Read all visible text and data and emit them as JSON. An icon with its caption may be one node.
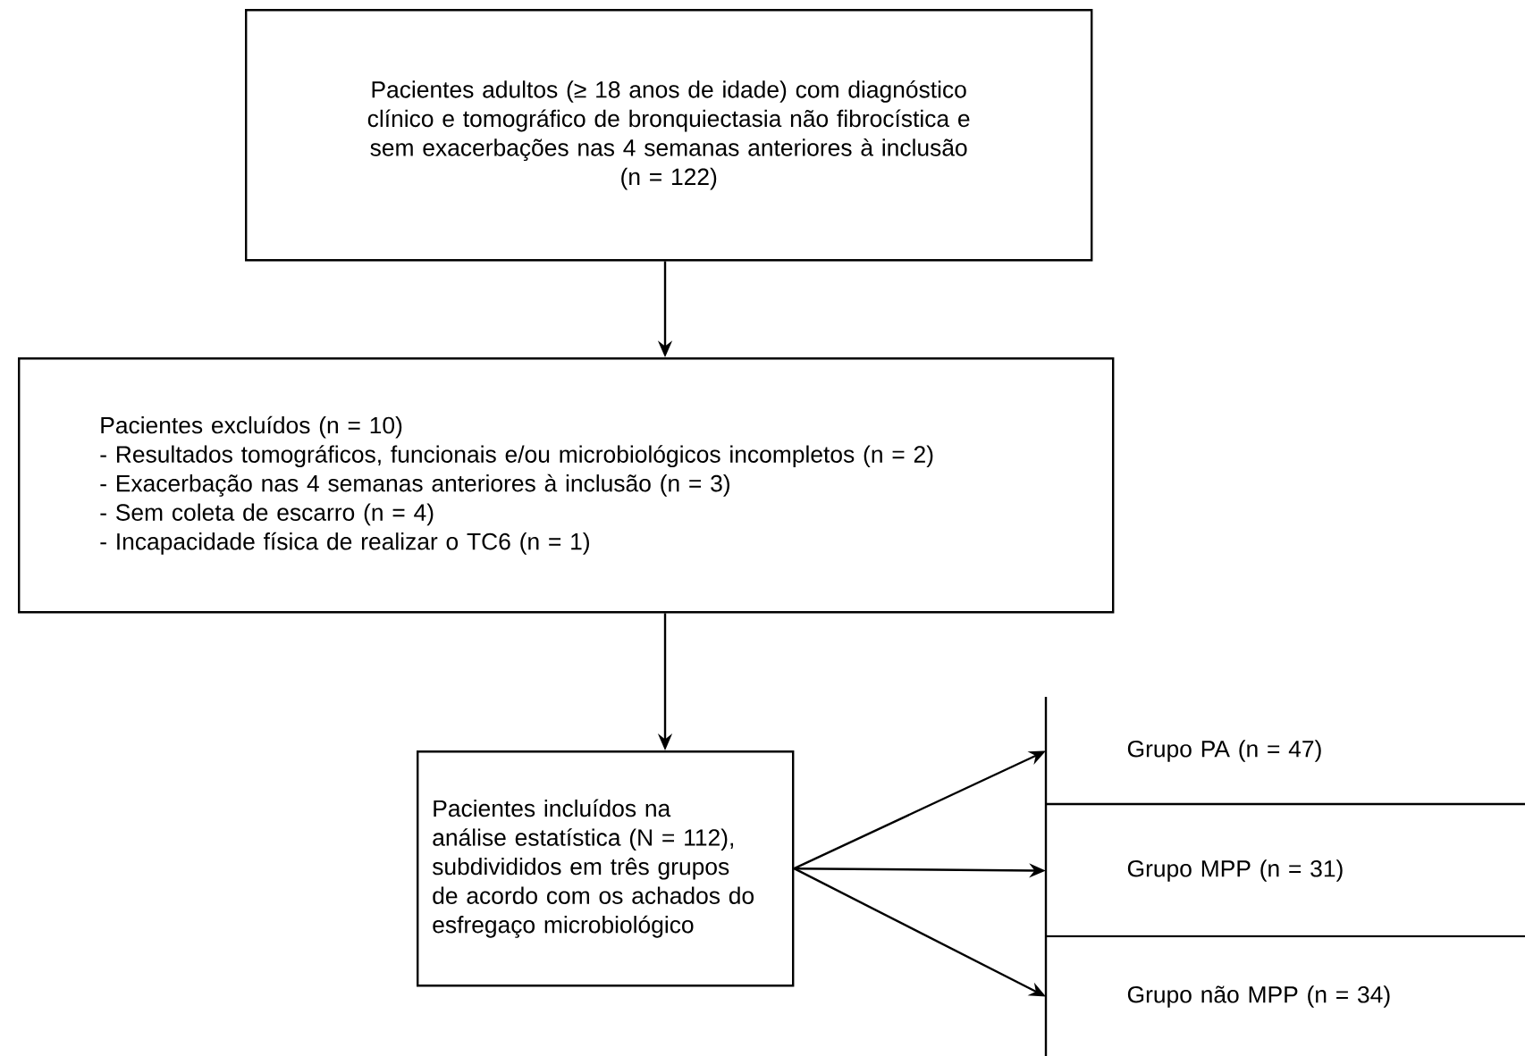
{
  "diagram": {
    "nodes": [
      {
        "text": [
          "Pacientes adultos (≥ 18 anos de idade) com diagnóstico clínico e tomográfico de bronquiectasia não fibrocística e sem exacerbações nas 4 semanas anteriores à inclusão",
          "(n = 122)"
        ]
      },
      {
        "text": [
          "Pacientes excluídos (n = 10)",
          "- Resultados tomográficos, funcionais e/ou microbiológicos incompletos (n = 2)",
          "- Exacerbação nas 4 semanas anteriores à inclusão (n = 3)",
          "- Sem coleta de escarro (n = 4)",
          "- Incapacidade física de realizar o TC6 (n = 1)"
        ]
      },
      {
        "text": [
          "Pacientes incluídos na análise estatística (N = 112), subdivididos em três grupos de acordo com os achados do esfregaço microbiológico"
        ]
      },
      {
        "text": [
          "Grupo PA (n = 47)"
        ]
      },
      {
        "text": [
          "Grupo MPP (n = 31)"
        ]
      },
      {
        "text": [
          "Grupo não MPP (n = 34)"
        ]
      }
    ],
    "edges": [
      {
        "from": 0,
        "to": 1,
        "arrow": "to"
      },
      {
        "from": 1,
        "to": 2,
        "arrow": "to"
      },
      {
        "from": 2,
        "to": 3,
        "arrow": "to"
      },
      {
        "from": 2,
        "to": 4,
        "arrow": "to"
      },
      {
        "from": 2,
        "to": 5,
        "arrow": "to"
      }
    ]
  }
}
